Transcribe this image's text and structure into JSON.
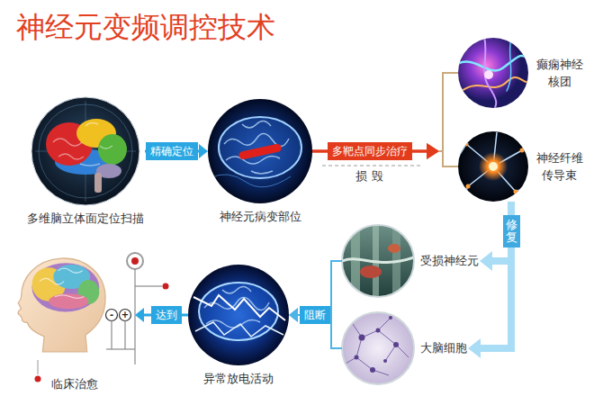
{
  "diagram": {
    "title": "神经元变频调控技术",
    "nodes": [
      {
        "text": [
          "多维脑立体面定位扫描"
        ]
      },
      {
        "text": [
          "神经元病变部位"
        ]
      },
      {
        "text": [
          "癫痫神经核团"
        ]
      },
      {
        "text": [
          "神经纤维传导束"
        ]
      },
      {
        "text": [
          "受损神经元"
        ]
      },
      {
        "text": [
          "大脑细胞"
        ]
      },
      {
        "text": [
          "异常放电活动"
        ]
      },
      {
        "text": [
          "临床治愈"
        ]
      }
    ],
    "edges": [
      {
        "from": 0,
        "to": 1,
        "arrow": "to",
        "label": "精确定位"
      },
      {
        "from": 1,
        "to": 2,
        "arrow": "to",
        "label": "多靶点同步治疗"
      },
      {
        "from": 1,
        "to": 3,
        "arrow": "to",
        "label": "损 毁"
      },
      {
        "from": 3,
        "to": 4,
        "arrow": "to",
        "label": "修复"
      },
      {
        "from": 3,
        "to": 5,
        "arrow": "to"
      },
      {
        "from": 4,
        "to": 6,
        "arrow": "to",
        "label": "阻断"
      },
      {
        "from": 5,
        "to": 6,
        "arrow": "to"
      },
      {
        "from": 6,
        "to": 7,
        "arrow": "to",
        "label": "达到"
      }
    ],
    "labels": [
      "-",
      "+"
    ]
  }
}
